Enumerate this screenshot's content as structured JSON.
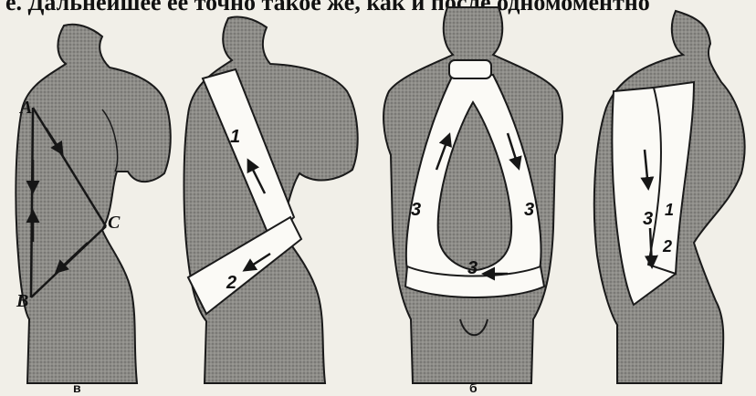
{
  "caption": "е. Дальнейшее ее точно такое же, как и после одномоментно",
  "figure_a": {
    "label": "в",
    "point_a": "A",
    "point_b": "B",
    "point_c": "C"
  },
  "figure_b": {
    "turn_1": "1",
    "turn_2": "2"
  },
  "figure_c": {
    "label": "б",
    "turn_left": "3",
    "turn_right": "3",
    "turn_bottom": "3"
  },
  "figure_d": {
    "turn_3": "3",
    "turn_1": "1",
    "turn_2": "2"
  },
  "colors": {
    "body_fill": "#8a8a86",
    "bandage": "#fbfaf6",
    "ink": "#161616",
    "paper": "#f1efe8"
  }
}
